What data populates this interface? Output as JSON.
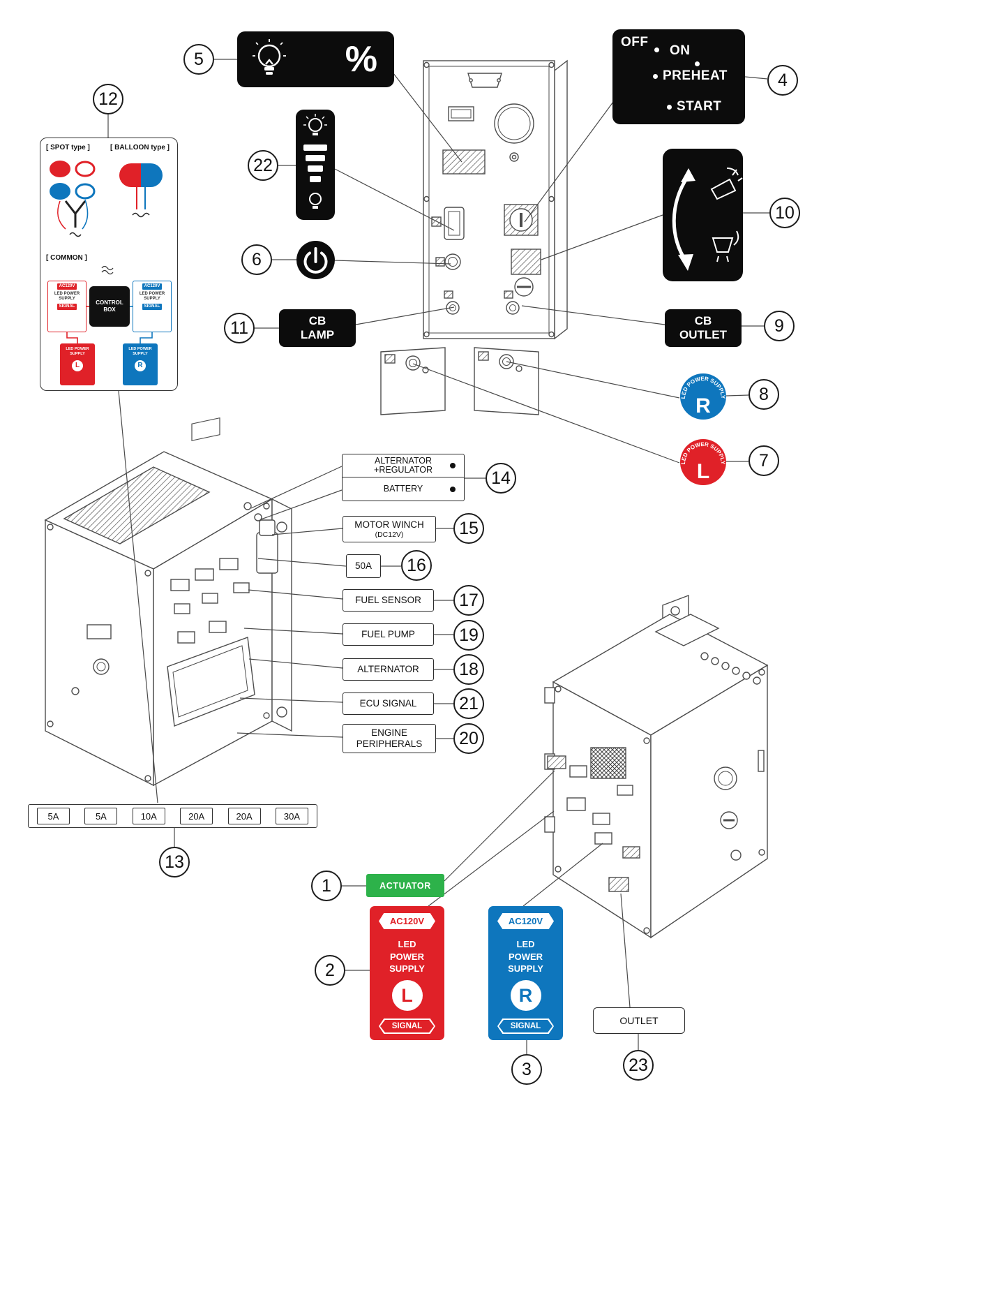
{
  "colors": {
    "red": "#e02128",
    "blue": "#0e76bd",
    "green": "#2db24a",
    "label_black": "#0c0c0c"
  },
  "callouts": {
    "c1": "1",
    "c2": "2",
    "c3": "3",
    "c4": "4",
    "c5": "5",
    "c6": "6",
    "c7": "7",
    "c8": "8",
    "c9": "9",
    "c10": "10",
    "c11": "11",
    "c12": "12",
    "c13": "13",
    "c14": "14",
    "c15": "15",
    "c16": "16",
    "c17": "17",
    "c18": "18",
    "c19": "19",
    "c20": "20",
    "c21": "21",
    "c22": "22",
    "c23": "23"
  },
  "ignition_label": {
    "off": "OFF",
    "on": "ON",
    "preheat": "PREHEAT",
    "start": "START"
  },
  "lamp_percent_label": {
    "percent": "%"
  },
  "breaker_labels": {
    "cb_lamp_line1": "CB",
    "cb_lamp_line2": "LAMP",
    "cb_outlet_line1": "CB",
    "cb_outlet_line2": "OUTLET"
  },
  "badges": {
    "r_arc": "LED POWER SUPPLY",
    "r_letter": "R",
    "l_arc": "LED POWER SUPPLY",
    "l_letter": "L"
  },
  "type_panel": {
    "spot_title": "[ SPOT type ]",
    "balloon_title": "[ BALLOON type ]",
    "common_title": "[ COMMON ]",
    "control_box_line1": "CONTROL",
    "control_box_line2": "BOX",
    "ac120v": "AC120V",
    "led_power_supply": "LED POWER SUPPLY",
    "signal": "SIGNAL",
    "supply_l_text": "LED POWER SUPPLY",
    "supply_l_letter": "L",
    "supply_r_text": "LED POWER SUPPLY",
    "supply_r_letter": "R"
  },
  "connector_labels": {
    "alt_regulator_line1": "ALTERNATOR",
    "alt_regulator_line2": "+REGULATOR",
    "battery": "BATTERY",
    "motor_winch": "MOTOR WINCH",
    "motor_winch_sub": "(DC12V)",
    "fuse_50a": "50A",
    "fuel_sensor": "FUEL SENSOR",
    "fuel_pump": "FUEL PUMP",
    "alternator": "ALTERNATOR",
    "ecu_signal": "ECU SIGNAL",
    "engine_line1": "ENGINE",
    "engine_line2": "PERIPHERALS"
  },
  "fuses": [
    "5A",
    "5A",
    "10A",
    "20A",
    "20A",
    "30A"
  ],
  "stickers": {
    "actuator": "ACTUATOR",
    "outlet": "OUTLET",
    "ps_l": {
      "ac": "AC120V",
      "line1": "LED",
      "line2": "POWER",
      "line3": "SUPPLY",
      "letter": "L",
      "signal": "SIGNAL"
    },
    "ps_r": {
      "ac": "AC120V",
      "line1": "LED",
      "line2": "POWER",
      "line3": "SUPPLY",
      "letter": "R",
      "signal": "SIGNAL"
    }
  }
}
